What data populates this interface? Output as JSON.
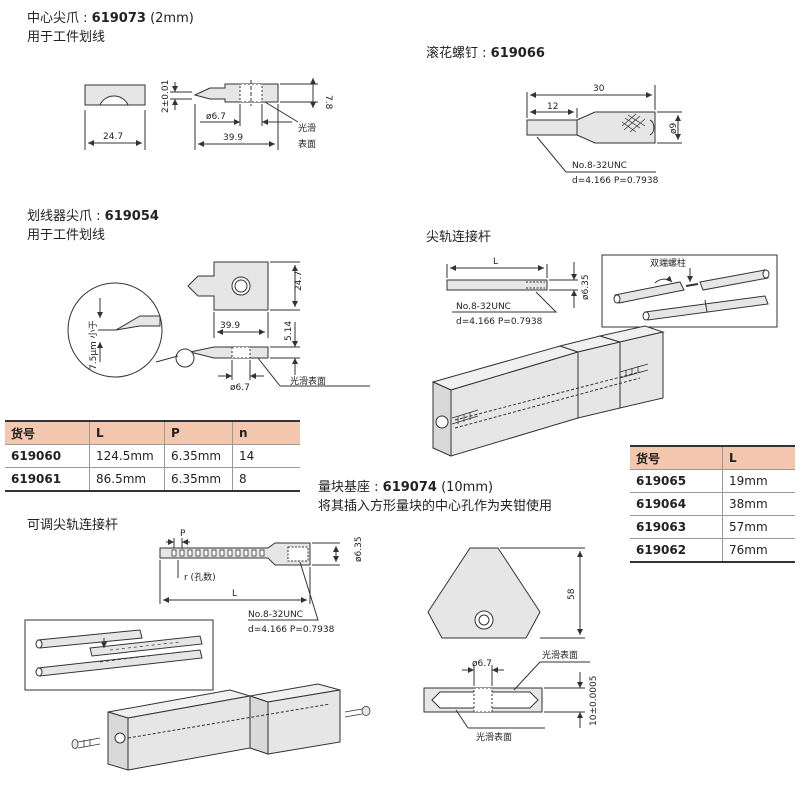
{
  "sections": {
    "center_point": {
      "label": "中心尖爪 : ",
      "code": "619073",
      "size": " (2mm)",
      "subtitle": "用于工件划线",
      "dims": {
        "width": "24.7",
        "length": "39.9",
        "height": "7.8",
        "tol": "2±0.01",
        "dia": "ø6.7"
      },
      "note": [
        "光滑",
        "表面"
      ]
    },
    "knurled_screw": {
      "label": "滚花螺钉 : ",
      "code": "619066",
      "dims": {
        "total": "30",
        "shank": "12",
        "dia": "ø9"
      },
      "thread": "No.8-32UNC",
      "thread_spec": "d=4.166  P=0.7938"
    },
    "scriber_point": {
      "label": "划线器尖爪 : ",
      "code": "619054",
      "subtitle": "用于工件划线",
      "dims": {
        "height": "24.7",
        "length": "39.9",
        "thick": "5.14",
        "dia": "ø6.7",
        "tip": "7.5μm 小于"
      },
      "note": "光滑表面"
    },
    "rail_bar": {
      "title": "尖轨连接杆",
      "dims": {
        "L": "L",
        "dia": "ø6.35"
      },
      "thread": "No.8-32UNC",
      "thread_spec": "d=4.166  P=0.7938",
      "stud": "双端螺柱"
    },
    "gauge_base": {
      "label": "量块基座 : ",
      "code": "619074",
      "size": " (10mm)",
      "subtitle": "将其插入方形量块的中心孔作为夹钳使用",
      "dims": {
        "height": "58",
        "dia": "ø6.7",
        "thick": "10±0.0005"
      },
      "note_top": "光滑表面",
      "note_bottom": "光滑表面"
    },
    "adjustable_bar": {
      "title": "可调尖轨连接杆",
      "dims": {
        "P": "P",
        "r": "r (孔数)",
        "L": "L",
        "dia": "ø6.35"
      },
      "thread": "No.8-32UNC",
      "thread_spec": "d=4.166  P=0.7938"
    }
  },
  "table_left": {
    "headers": [
      "货号",
      "L",
      "P",
      "n"
    ],
    "rows": [
      [
        "619060",
        "124.5mm",
        "6.35mm",
        "14"
      ],
      [
        "619061",
        "86.5mm",
        "6.35mm",
        "8"
      ]
    ]
  },
  "table_right": {
    "headers": [
      "货号",
      "L"
    ],
    "rows": [
      [
        "619065",
        "19mm"
      ],
      [
        "619064",
        "38mm"
      ],
      [
        "619063",
        "57mm"
      ],
      [
        "619062",
        "76mm"
      ]
    ]
  },
  "colors": {
    "part_fill": "#e6e6e6",
    "part_stroke": "#333333",
    "table_header": "#f2c7ae"
  }
}
